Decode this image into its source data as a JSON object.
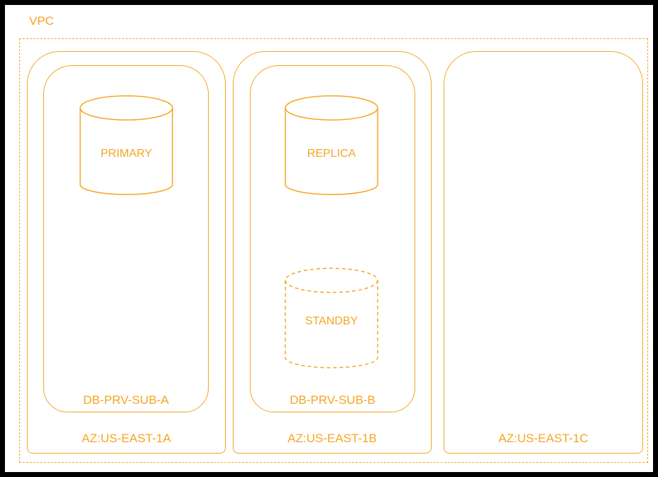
{
  "diagram": {
    "vpc": {
      "label": "VPC"
    },
    "availability_zones": [
      {
        "label": "AZ:US-EAST-1A"
      },
      {
        "label": "AZ:US-EAST-1B"
      },
      {
        "label": "AZ:US-EAST-1C"
      }
    ],
    "subnets": [
      {
        "label": "DB-PRV-SUB-A",
        "zone": "AZ:US-EAST-1A"
      },
      {
        "label": "DB-PRV-SUB-B",
        "zone": "AZ:US-EAST-1B"
      }
    ],
    "databases": [
      {
        "label": "PRIMARY",
        "subnet": "DB-PRV-SUB-A",
        "style": "solid",
        "icon": "database-cylinder-icon"
      },
      {
        "label": "REPLICA",
        "subnet": "DB-PRV-SUB-B",
        "style": "solid",
        "icon": "database-cylinder-icon"
      },
      {
        "label": "STANDBY",
        "subnet": "DB-PRV-SUB-B",
        "style": "dashed",
        "icon": "database-cylinder-icon"
      }
    ]
  },
  "colors": {
    "accent": "#f5a623",
    "background": "#ffffff",
    "border": "#000000"
  }
}
